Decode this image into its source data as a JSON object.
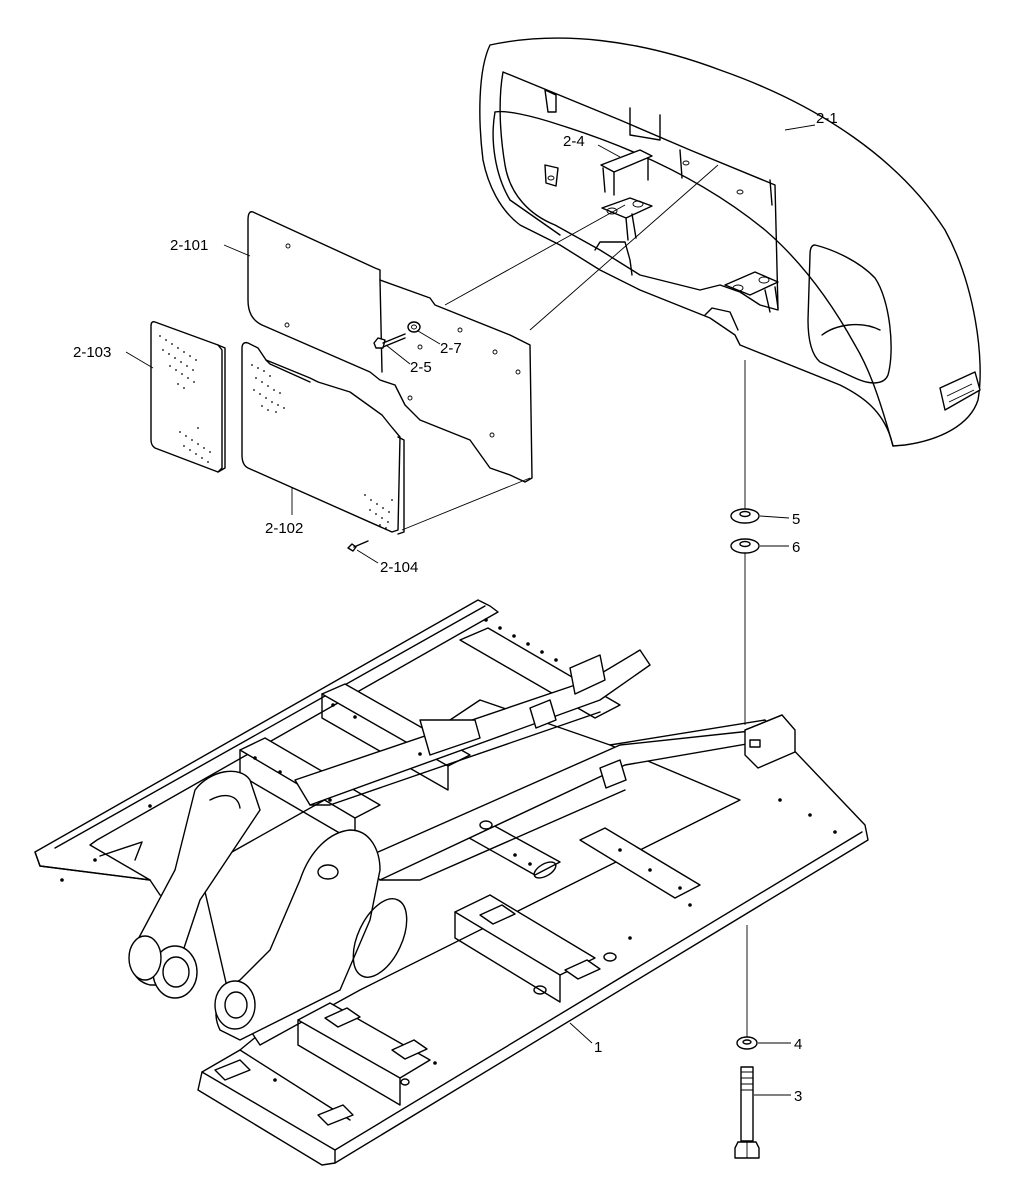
{
  "callouts": {
    "c2_1": "2-1",
    "c2_4": "2-4",
    "c2_101": "2-101",
    "c2_7": "2-7",
    "c2_5": "2-5",
    "c2_103": "2-103",
    "c2_102": "2-102",
    "c2_104": "2-104",
    "c5": "5",
    "c6": "6",
    "c1": "1",
    "c4": "4",
    "c3": "3"
  }
}
